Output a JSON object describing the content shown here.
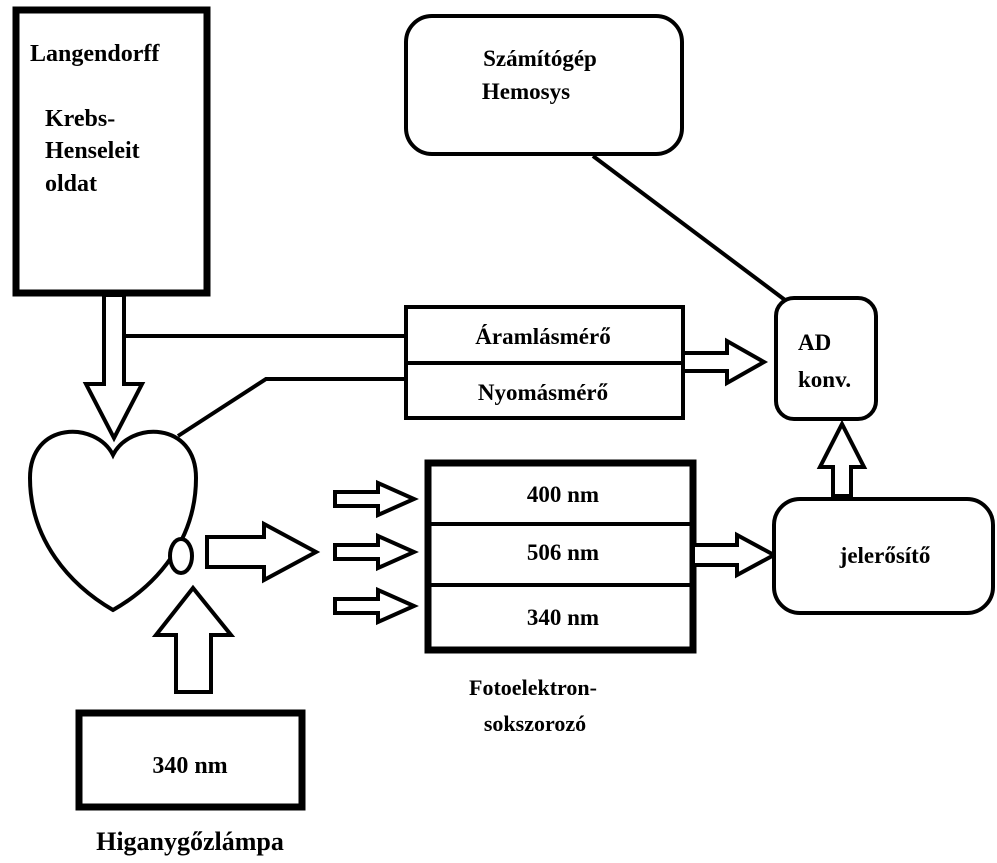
{
  "langendorff": {
    "title": "Langendorff",
    "solution_lines": [
      "Krebs-",
      "Henseleit",
      "oldat"
    ]
  },
  "computer": {
    "lines": [
      "Számítógép",
      "Hemosys"
    ]
  },
  "meters": {
    "flow": "Áramlásmérő",
    "pressure": "Nyomásmérő"
  },
  "converter": {
    "lines": [
      "AD",
      "konv."
    ]
  },
  "photomultiplier": {
    "wavelengths": [
      "400 nm",
      "506 nm",
      "340 nm"
    ],
    "label_lines": [
      "Fotoelektron-",
      "sokszorozó"
    ]
  },
  "amplifier": {
    "label": "jelerősítő"
  },
  "lamp": {
    "wavelength": "340 nm",
    "label": "Higanygőzlámpa"
  }
}
